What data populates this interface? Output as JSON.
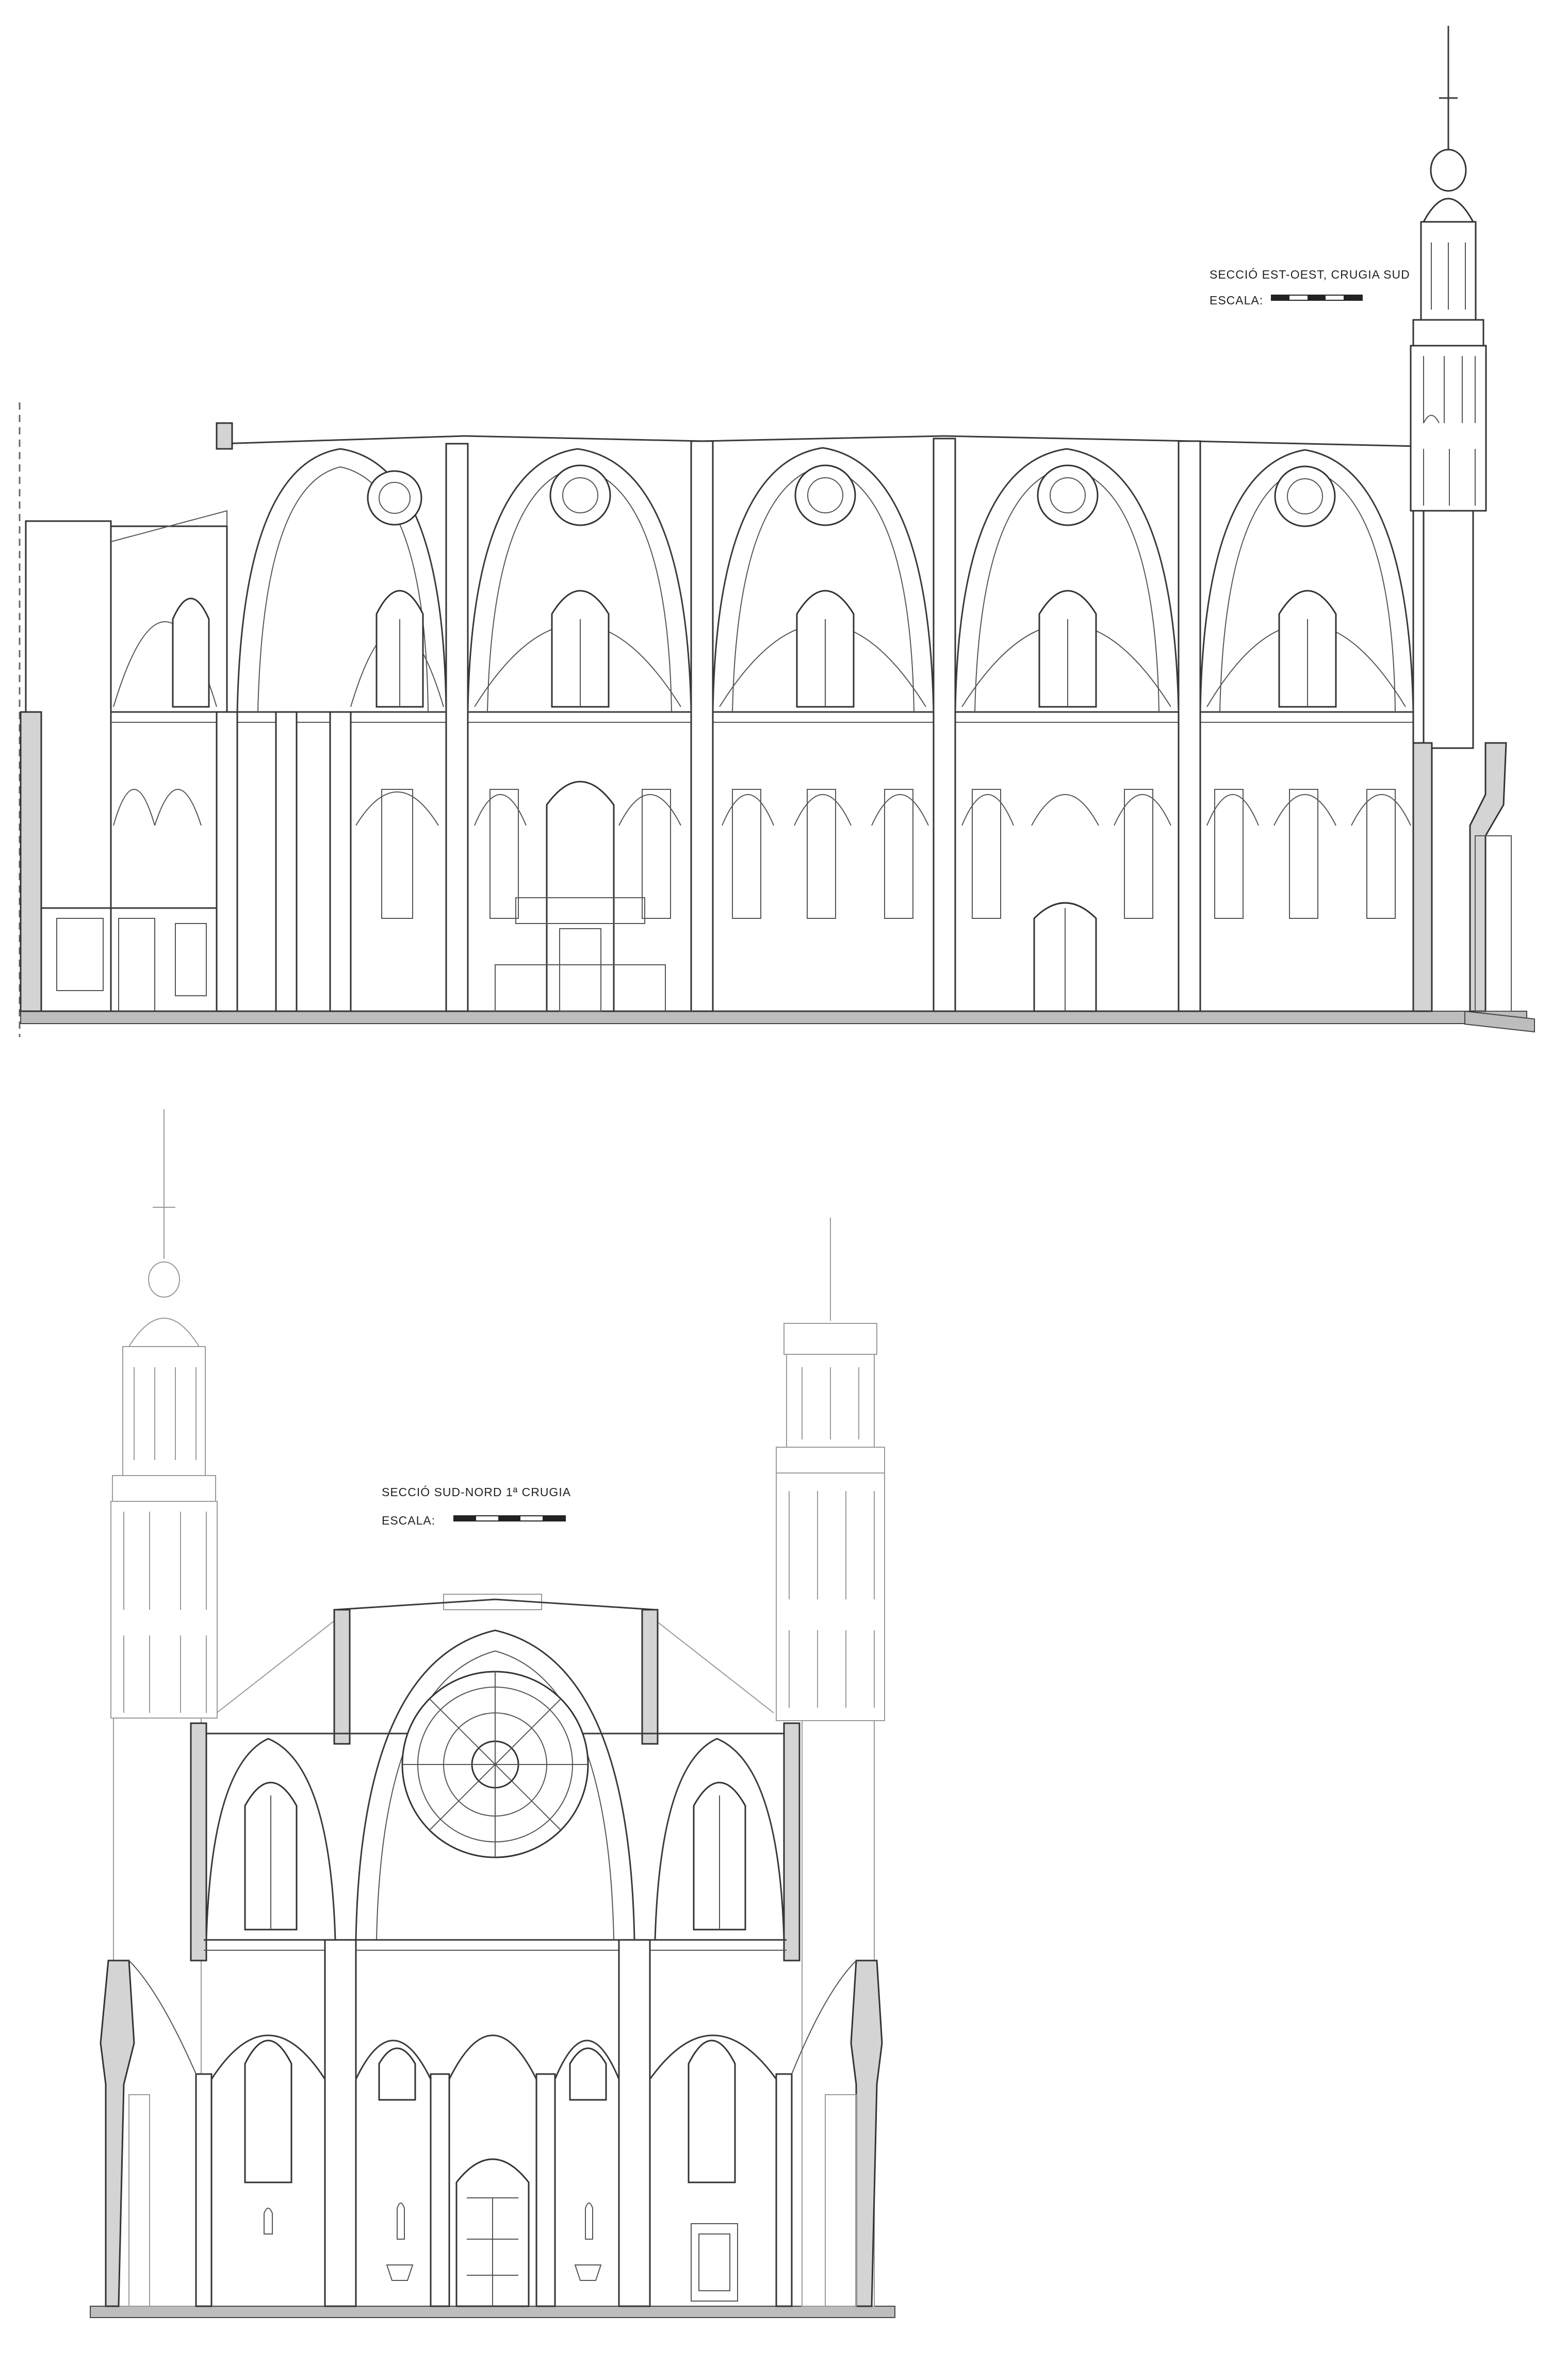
{
  "sections": [
    {
      "id": "east-west",
      "title": "SECCIÓ EST-OEST, CRUGIA SUD",
      "scale_label": "ESCALA:"
    },
    {
      "id": "south-north",
      "title": "SECCIÓ SUD-NORD 1ª CRUGIA",
      "scale_label": "ESCALA:"
    }
  ],
  "colors": {
    "line": "#3a3a3a",
    "light_line": "#9a9a9a",
    "cut_fill": "#d4d4d4",
    "background": "#ffffff"
  }
}
